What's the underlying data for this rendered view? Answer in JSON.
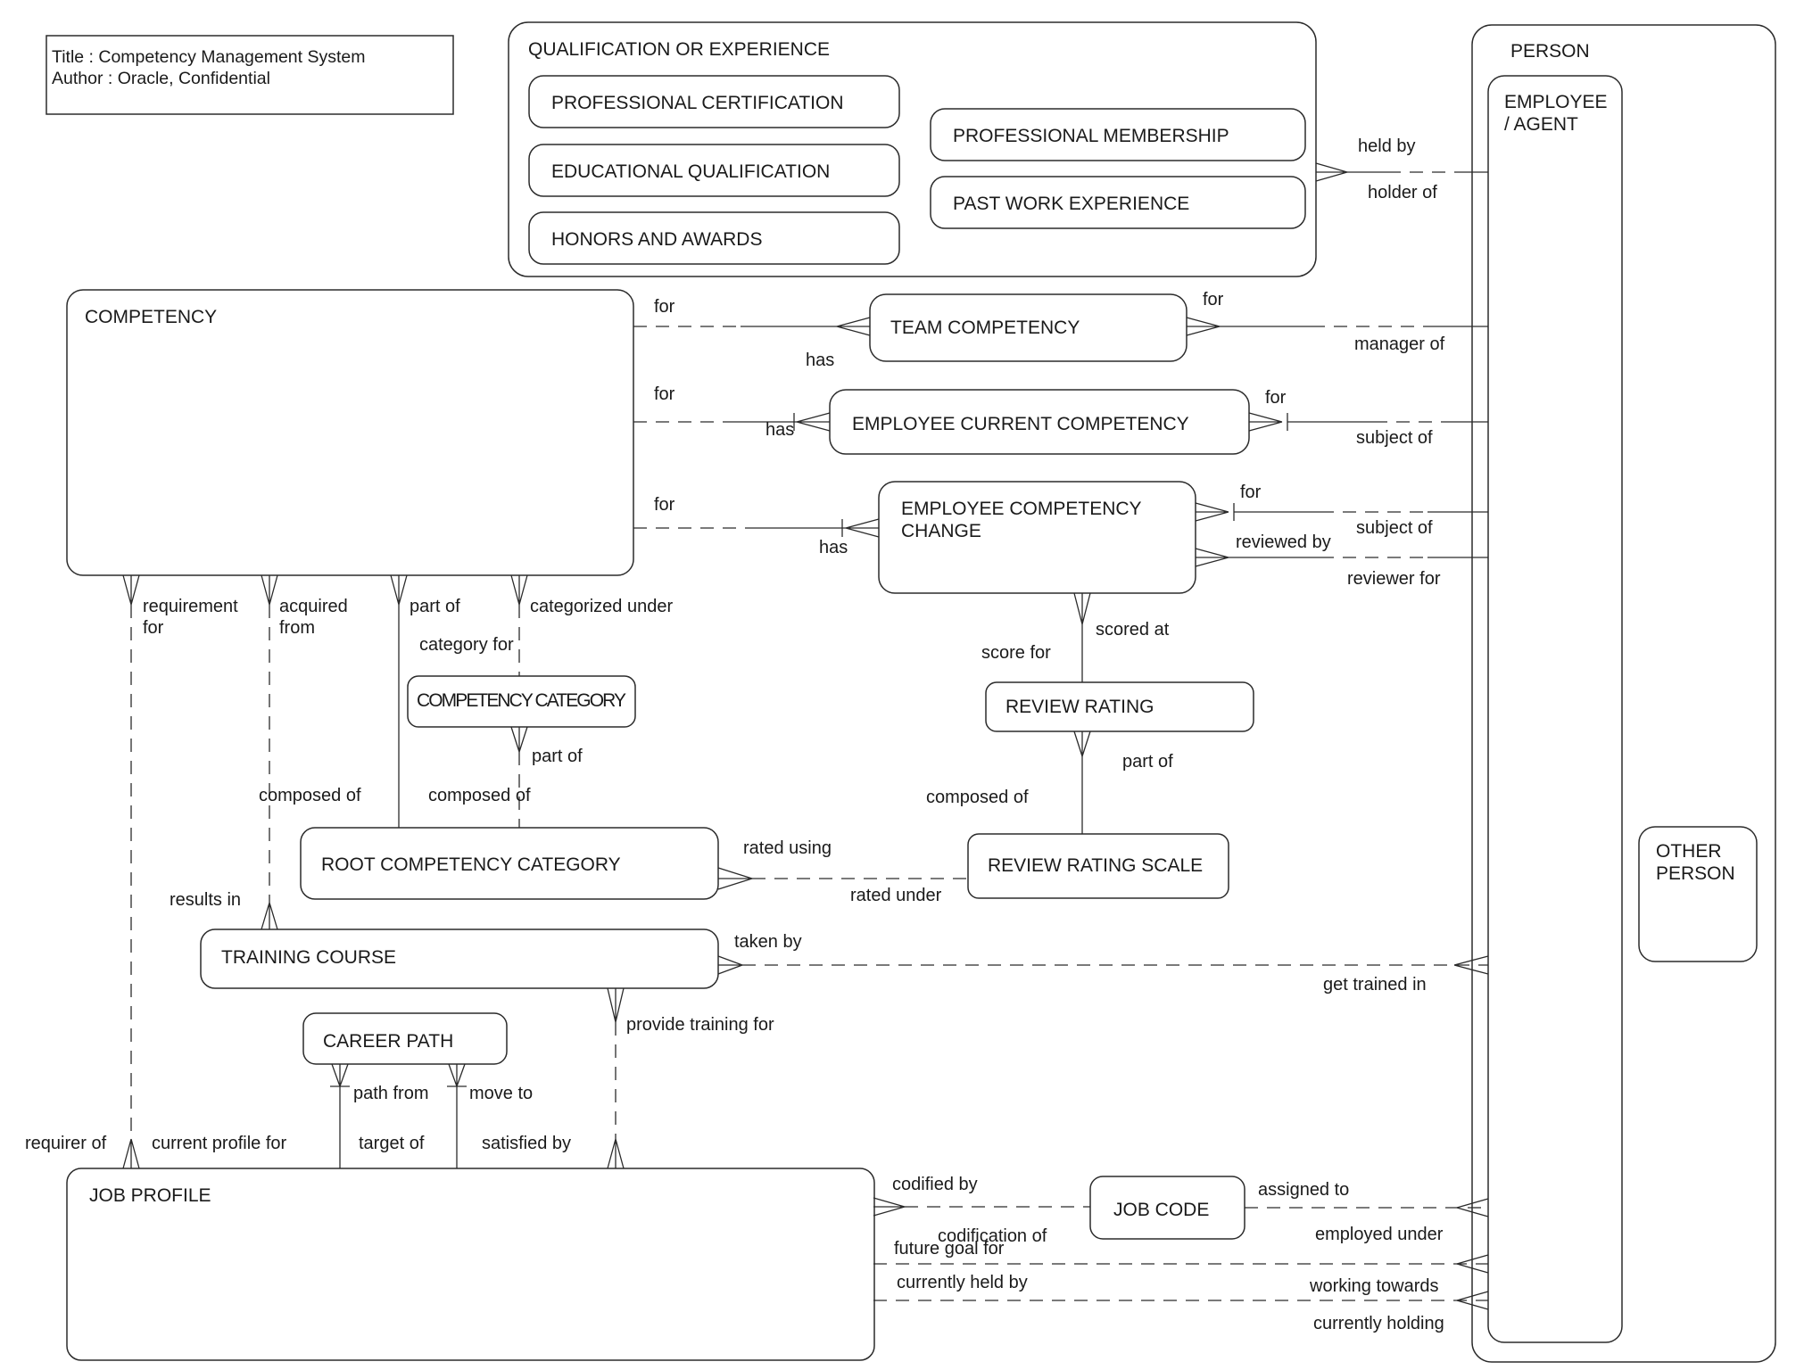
{
  "title_block": {
    "line1": "Title : Competency Management System",
    "line2": "Author : Oracle, Confidential"
  },
  "entities": {
    "qualification_or_experience": "QUALIFICATION OR EXPERIENCE",
    "professional_certification": "PROFESSIONAL CERTIFICATION",
    "educational_qualification": "EDUCATIONAL QUALIFICATION",
    "honors_and_awards": "HONORS AND AWARDS",
    "professional_membership": "PROFESSIONAL MEMBERSHIP",
    "past_work_experience": "PAST WORK EXPERIENCE",
    "person": "PERSON",
    "employee_line1": "EMPLOYEE",
    "employee_line2": "/ AGENT",
    "other_person_line1": "OTHER",
    "other_person_line2": "PERSON",
    "competency": "COMPETENCY",
    "team_competency": "TEAM COMPETENCY",
    "employee_current_competency": "EMPLOYEE CURRENT COMPETENCY",
    "employee_competency_change_line1": "EMPLOYEE COMPETENCY",
    "employee_competency_change_line2": "CHANGE",
    "competency_category": "COMPETENCY CATEGORY",
    "review_rating": "REVIEW RATING",
    "root_competency_category": "ROOT COMPETENCY CATEGORY",
    "review_rating_scale": "REVIEW RATING SCALE",
    "training_course": "TRAINING COURSE",
    "career_path": "CAREER PATH",
    "job_profile": "JOB PROFILE",
    "job_code": "JOB CODE"
  },
  "relationships": {
    "held_by": "held by",
    "holder_of": "holder of",
    "for_team_left": "for",
    "has_team": "has",
    "for_team_right": "for",
    "manager_of": "manager of",
    "for_ecc_left": "for",
    "has_ecc": "has",
    "for_ecc_right": "for",
    "subject_of_1": "subject of",
    "for_change_left": "for",
    "has_change": "has",
    "for_change_right": "for",
    "subject_of_2": "subject of",
    "reviewed_by": "reviewed by",
    "reviewer_for": "reviewer for",
    "scored_at": "scored at",
    "score_for": "score for",
    "part_of_rating": "part of",
    "composed_of_rating": "composed of",
    "requirement_line1": "requirement",
    "requirement_line2": "for",
    "requirer_of": "requirer of",
    "acquired_line1": "acquired",
    "acquired_line2": "from",
    "results_in": "results in",
    "part_of_competency": "part of",
    "composed_of_root1": "composed of",
    "categorized_under": "categorized under",
    "category_for": "category for",
    "part_of_category": "part of",
    "composed_of_root2": "composed of",
    "rated_using": "rated using",
    "rated_under": "rated under",
    "taken_by": "taken by",
    "get_trained_in": "get trained in",
    "provide_training_for": "provide training for",
    "satisfied_by": "satisfied by",
    "path_from": "path from",
    "current_profile_for": "current profile for",
    "move_to": "move to",
    "target_of": "target of",
    "codified_by": "codified by",
    "codification_of": "codification of",
    "assigned_to": "assigned to",
    "employed_under": "employed under",
    "future_goal_for": "future goal for",
    "working_towards": "working towards",
    "currently_held_by": "currently held by",
    "currently_holding": "currently holding"
  }
}
